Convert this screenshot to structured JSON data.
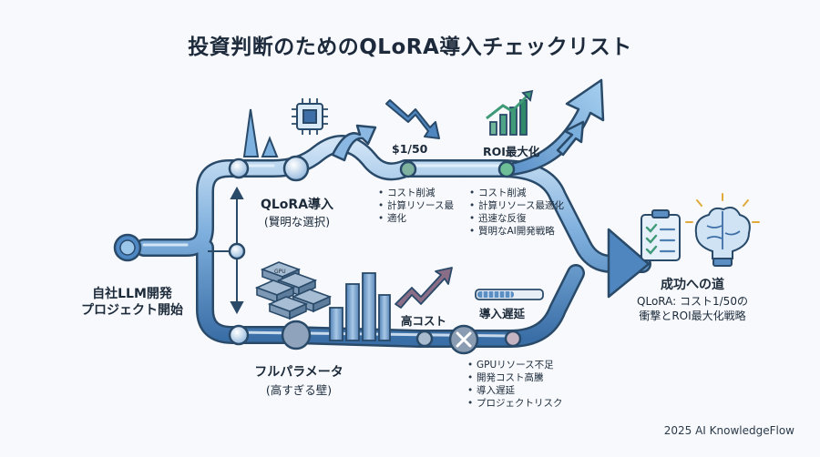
{
  "title": "投資判断のためのQLoRA導入チェックリスト",
  "start": {
    "line1": "自社LLM開発",
    "line2": "プロジェクト開始"
  },
  "qlora": {
    "title": "QLoRA導入",
    "subtitle": "(賢明な選択)",
    "milestone1": {
      "label": "$1/50",
      "bullets": [
        "コスト削減",
        "計算リソース最",
        "適化"
      ]
    },
    "milestone2": {
      "label": "ROI最大化",
      "bullets": [
        "コスト削減",
        "計算リソース最適化",
        "迅速な反復",
        "賢明なAI開発戦略"
      ]
    }
  },
  "full": {
    "title": "フルパラメータ",
    "subtitle": "(高すぎる壁)",
    "cost_label": "高コスト",
    "delay_label": "導入遅延",
    "gpu_text": "GPU",
    "bullets": [
      "GPUリソース不足",
      "開発コスト高騰",
      "導入遅延",
      "プロジェクトリスク"
    ]
  },
  "goal": {
    "title": "成功への道",
    "line1": "QLoRA: コスト1/50の",
    "line2": "衝撃とROI最大化戦略"
  },
  "footer": "2025 AI KnowledgeFlow",
  "colors": {
    "pipe": "#5b8fc4",
    "pipe_light": "#a9cbea",
    "pipe_dark": "#2f5f93",
    "red_arrow": "#2c5a85",
    "green": "#3f9a78",
    "cost_arrow": "#8a6d86",
    "outline": "#2a4a6a"
  },
  "icons": [
    "chip-icon",
    "down-trend-arrow-icon",
    "up-bar-chart-icon",
    "gpu-stack-icon",
    "cost-arrow-icon",
    "progress-bar-icon",
    "blocked-x-icon",
    "checklist-icon",
    "brain-icon"
  ]
}
